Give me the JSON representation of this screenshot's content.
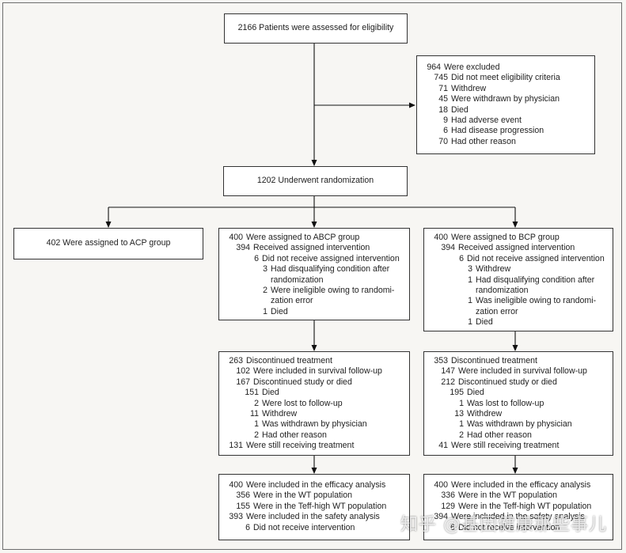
{
  "nodes": {
    "assessed": "2166 Patients were assessed for eligibility",
    "randomized": "1202 Underwent randomization",
    "acp": "402 Were assigned to ACP group"
  },
  "excluded": [
    {
      "num": "964",
      "text": "Were excluded",
      "level": 0
    },
    {
      "num": "745",
      "text": "Did not meet eligibility criteria",
      "level": 1
    },
    {
      "num": "71",
      "text": "Withdrew",
      "level": 1
    },
    {
      "num": "45",
      "text": "Were withdrawn by physician",
      "level": 1
    },
    {
      "num": "18",
      "text": "Died",
      "level": 1
    },
    {
      "num": "9",
      "text": "Had adverse event",
      "level": 1
    },
    {
      "num": "6",
      "text": "Had disease progression",
      "level": 1
    },
    {
      "num": "70",
      "text": "Had other reason",
      "level": 1
    }
  ],
  "abcp_assigned": [
    {
      "num": "400",
      "text": "Were assigned to ABCP group",
      "level": 0
    },
    {
      "num": "394",
      "text": "Received assigned intervention",
      "level": 1
    },
    {
      "num": "6",
      "text": "Did not receive assigned intervention",
      "level": 2
    },
    {
      "num": "3",
      "text": "Had disqualifying condition after",
      "level": 3
    },
    {
      "num": "",
      "text": "randomization",
      "level": 3
    },
    {
      "num": "2",
      "text": "Were ineligible owing to randomi-",
      "level": 3
    },
    {
      "num": "",
      "text": "zation error",
      "level": 3
    },
    {
      "num": "1",
      "text": "Died",
      "level": 3
    }
  ],
  "bcp_assigned": [
    {
      "num": "400",
      "text": "Were assigned to BCP group",
      "level": 0
    },
    {
      "num": "394",
      "text": "Received assigned intervention",
      "level": 1
    },
    {
      "num": "6",
      "text": "Did not receive assigned intervention",
      "level": 2
    },
    {
      "num": "3",
      "text": "Withdrew",
      "level": 3
    },
    {
      "num": "1",
      "text": "Had disqualifying condition after",
      "level": 3
    },
    {
      "num": "",
      "text": "randomization",
      "level": 3
    },
    {
      "num": "1",
      "text": "Was ineligible owing to randomi-",
      "level": 3
    },
    {
      "num": "",
      "text": "zation error",
      "level": 3
    },
    {
      "num": "1",
      "text": "Died",
      "level": 3
    }
  ],
  "abcp_discontinued": [
    {
      "num": "263",
      "text": "Discontinued treatment",
      "level": 0
    },
    {
      "num": "102",
      "text": "Were included in survival follow-up",
      "level": 1
    },
    {
      "num": "167",
      "text": "Discontinued study or died",
      "level": 1
    },
    {
      "num": "151",
      "text": "Died",
      "level": 2
    },
    {
      "num": "2",
      "text": "Were lost to follow-up",
      "level": 2
    },
    {
      "num": "11",
      "text": "Withdrew",
      "level": 2
    },
    {
      "num": "1",
      "text": "Was withdrawn by physician",
      "level": 2
    },
    {
      "num": "2",
      "text": "Had other reason",
      "level": 2
    },
    {
      "num": "131",
      "text": "Were still receiving treatment",
      "level": 0
    }
  ],
  "bcp_discontinued": [
    {
      "num": "353",
      "text": "Discontinued treatment",
      "level": 0
    },
    {
      "num": "147",
      "text": "Were included in survival follow-up",
      "level": 1
    },
    {
      "num": "212",
      "text": "Discontinued study or died",
      "level": 1
    },
    {
      "num": "195",
      "text": "Died",
      "level": 2
    },
    {
      "num": "1",
      "text": "Was lost to follow-up",
      "level": 2
    },
    {
      "num": "13",
      "text": "Withdrew",
      "level": 2
    },
    {
      "num": "1",
      "text": "Was withdrawn by physician",
      "level": 2
    },
    {
      "num": "2",
      "text": "Had other reason",
      "level": 2
    },
    {
      "num": "41",
      "text": "Were still receiving treatment",
      "level": 0
    }
  ],
  "abcp_analysis": [
    {
      "num": "400",
      "text": "Were included in the efficacy analysis",
      "level": 0
    },
    {
      "num": "356",
      "text": "Were in the WT population",
      "level": 1
    },
    {
      "num": "155",
      "text": "Were in the Teff-high WT population",
      "level": 1
    },
    {
      "num": "393",
      "text": "Were included in the safety analysis",
      "level": 0
    },
    {
      "num": "6",
      "text": "Did not receive intervention",
      "level": 1
    }
  ],
  "bcp_analysis": [
    {
      "num": "400",
      "text": "Were included in the efficacy analysis",
      "level": 0
    },
    {
      "num": "336",
      "text": "Were in the WT population",
      "level": 1
    },
    {
      "num": "129",
      "text": "Were in the Teff-high WT population",
      "level": 1
    },
    {
      "num": "394",
      "text": "Were included in the safety analysis",
      "level": 0
    },
    {
      "num": "6",
      "text": "Did not receive intervention",
      "level": 1
    }
  ],
  "watermark": "知乎 @基因健康那些事儿"
}
